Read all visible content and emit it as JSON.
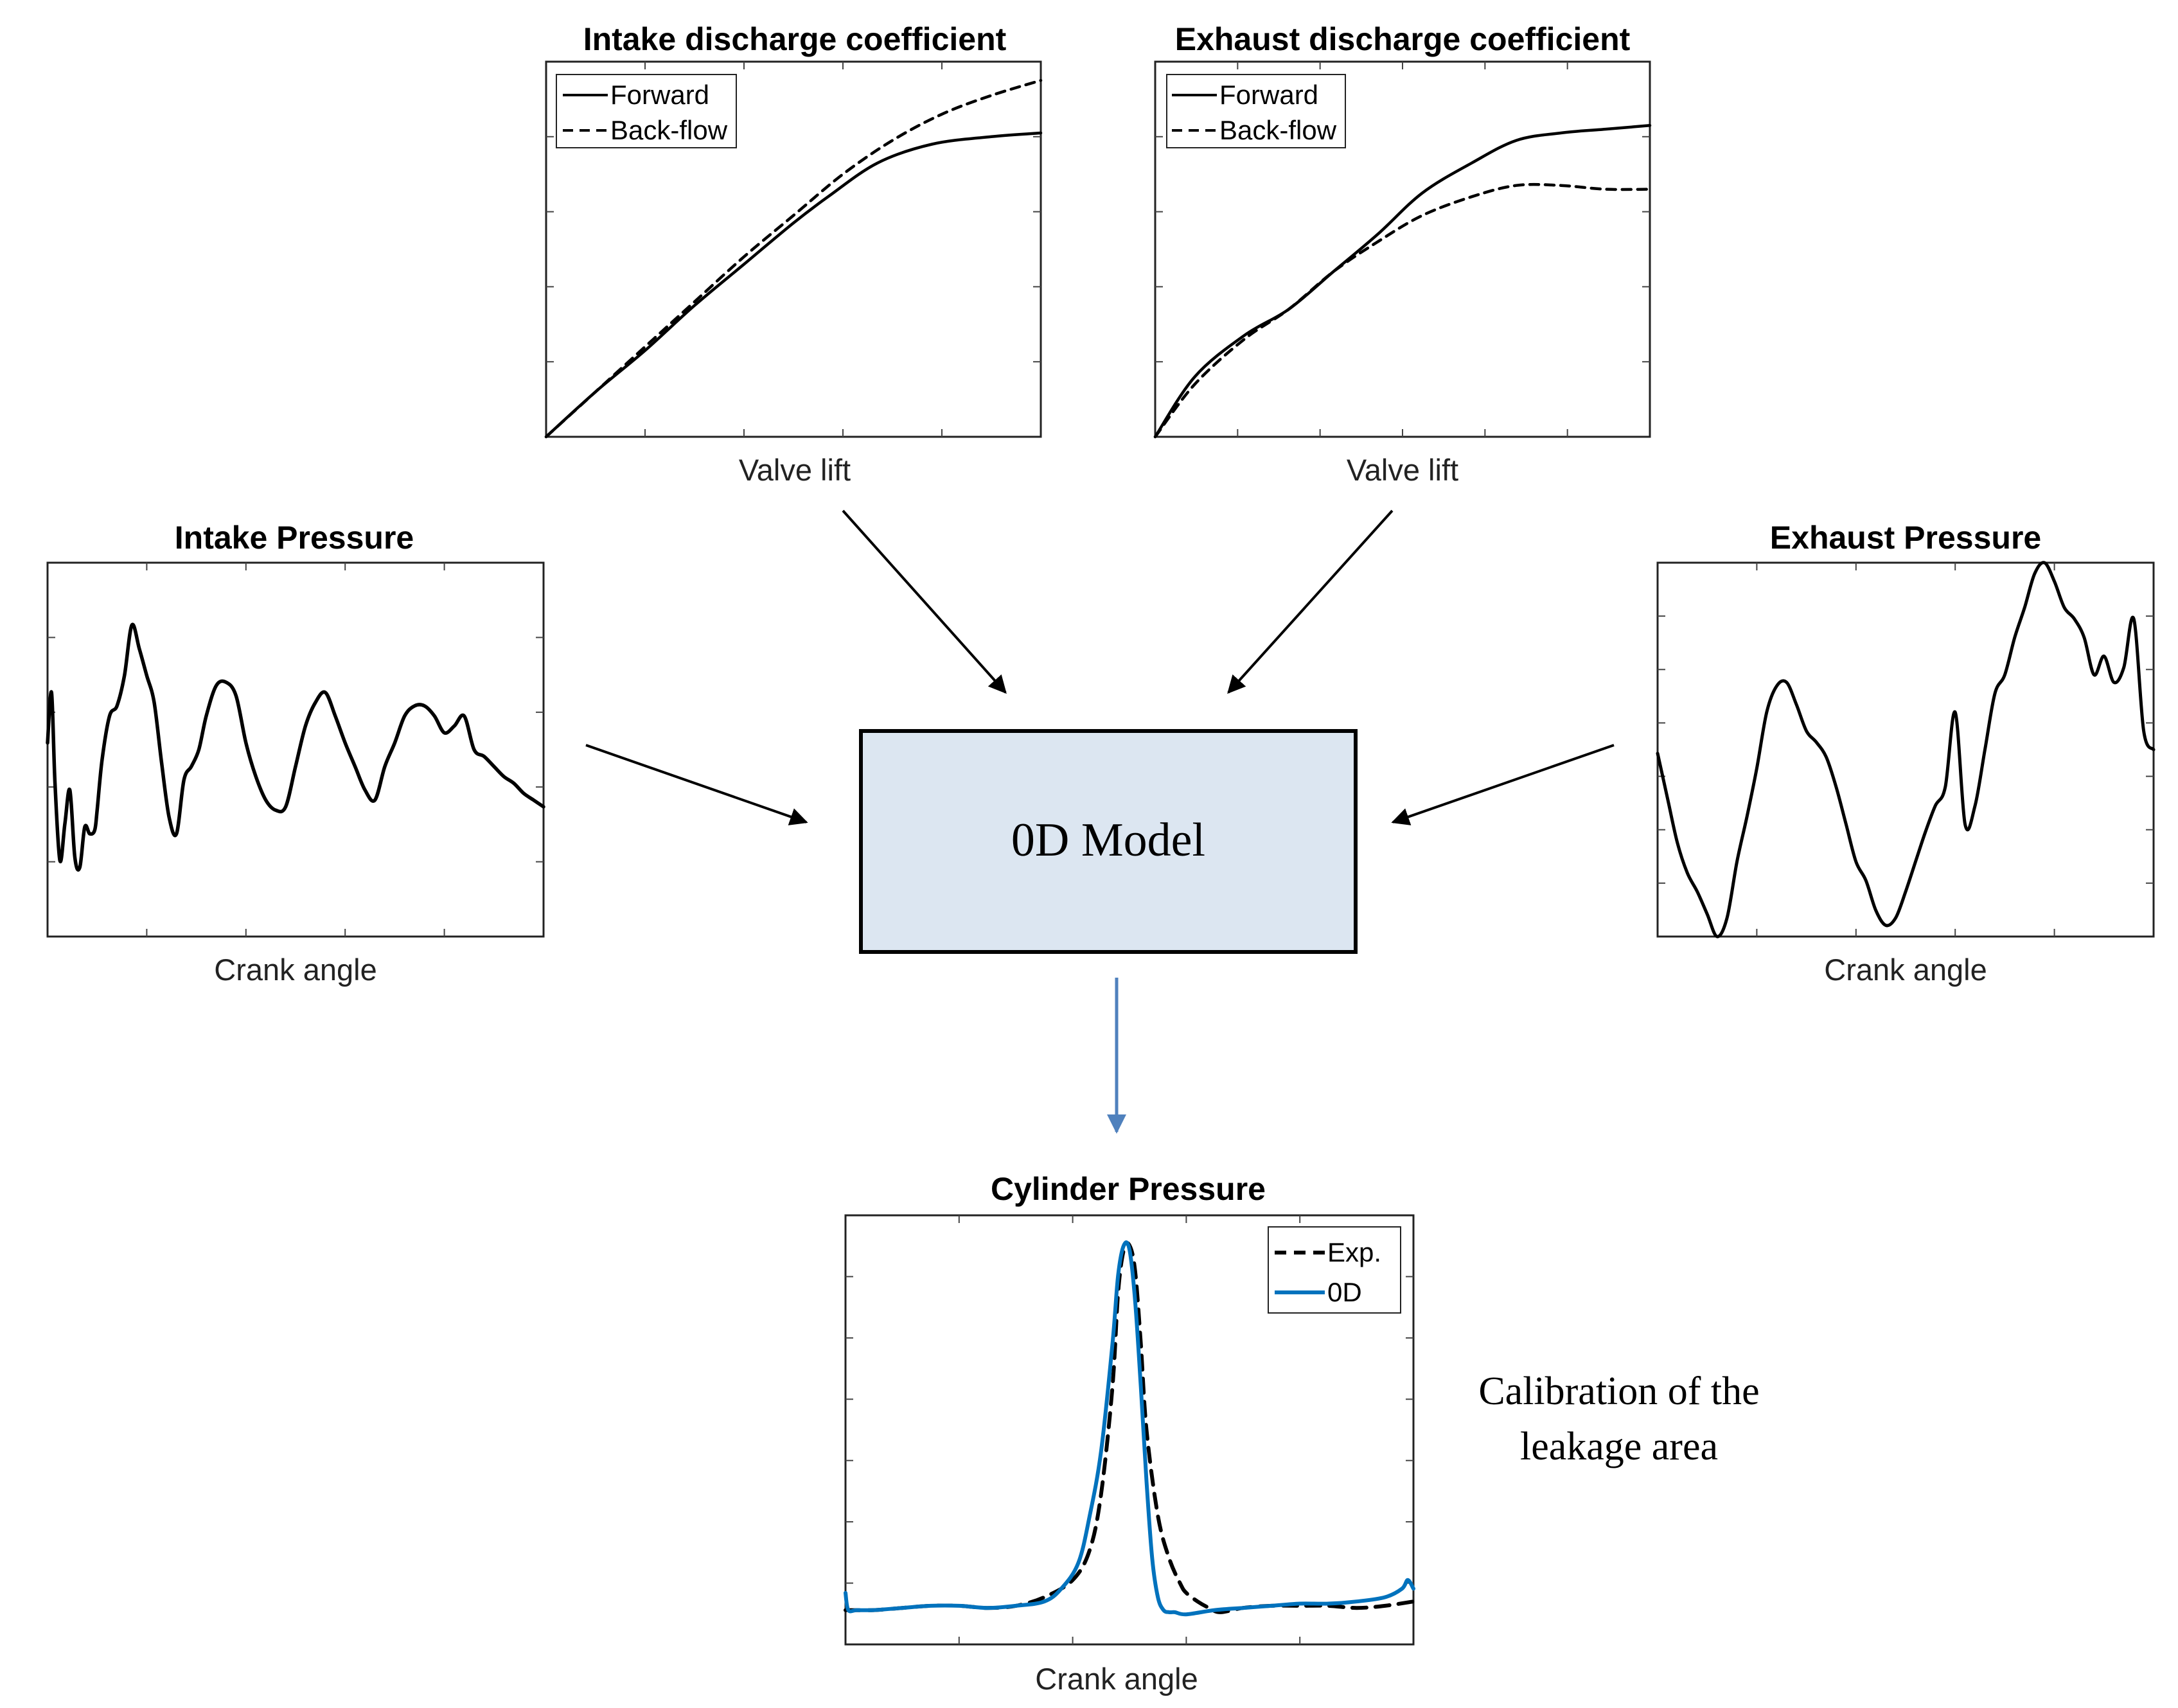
{
  "model_box": {
    "label": "0D Model",
    "fill": "#dce6f1"
  },
  "note": {
    "line1": "Calibration of the",
    "line2": "leakage area"
  },
  "colors": {
    "arrow": "#000000",
    "output_arrow": "#4f81bd",
    "sim_line": "#0072bd",
    "exp_line": "#000000"
  },
  "chart_data": [
    {
      "id": "intake-cd",
      "type": "line",
      "title": "Intake discharge coefficient",
      "xlabel": "Valve lift",
      "ylabel": "",
      "xlim": [
        0,
        1
      ],
      "ylim": [
        0,
        1
      ],
      "legend_position": "top-left",
      "series": [
        {
          "name": "Forward",
          "style": "solid",
          "x": [
            0,
            0.1,
            0.2,
            0.3,
            0.4,
            0.5,
            0.57,
            0.67,
            0.78,
            0.9,
            1.0
          ],
          "y": [
            0,
            0.12,
            0.23,
            0.35,
            0.46,
            0.57,
            0.64,
            0.73,
            0.78,
            0.8,
            0.81
          ]
        },
        {
          "name": "Back-flow",
          "style": "dashed",
          "x": [
            0,
            0.1,
            0.2,
            0.3,
            0.4,
            0.5,
            0.6,
            0.7,
            0.8,
            0.9,
            1.0
          ],
          "y": [
            0,
            0.12,
            0.24,
            0.36,
            0.48,
            0.59,
            0.7,
            0.79,
            0.86,
            0.91,
            0.95
          ]
        }
      ]
    },
    {
      "id": "exhaust-cd",
      "type": "line",
      "title": "Exhaust discharge coefficient",
      "xlabel": "Valve lift",
      "ylabel": "",
      "xlim": [
        0,
        1
      ],
      "ylim": [
        0,
        1
      ],
      "legend_position": "top-left",
      "series": [
        {
          "name": "Forward",
          "style": "solid",
          "x": [
            0,
            0.08,
            0.18,
            0.27,
            0.36,
            0.45,
            0.54,
            0.64,
            0.73,
            0.82,
            0.91,
            1.0
          ],
          "y": [
            0,
            0.16,
            0.27,
            0.34,
            0.44,
            0.54,
            0.65,
            0.73,
            0.79,
            0.81,
            0.82,
            0.83
          ]
        },
        {
          "name": "Back-flow",
          "style": "dashed",
          "x": [
            0,
            0.08,
            0.18,
            0.27,
            0.36,
            0.45,
            0.54,
            0.64,
            0.73,
            0.82,
            0.91,
            1.0
          ],
          "y": [
            0,
            0.14,
            0.26,
            0.34,
            0.44,
            0.52,
            0.59,
            0.64,
            0.67,
            0.67,
            0.66,
            0.66
          ]
        }
      ]
    },
    {
      "id": "intake-pressure",
      "type": "line",
      "title": "Intake Pressure",
      "xlabel": "Crank angle",
      "ylabel": "",
      "xlim": [
        0,
        1
      ],
      "ylim": [
        0,
        1
      ],
      "series": [
        {
          "name": "",
          "style": "solid",
          "x": [
            0,
            0.008,
            0.015,
            0.025,
            0.035,
            0.045,
            0.055,
            0.065,
            0.075,
            0.085,
            0.095,
            0.1,
            0.11,
            0.125,
            0.14,
            0.155,
            0.17,
            0.185,
            0.2,
            0.215,
            0.23,
            0.245,
            0.26,
            0.275,
            0.29,
            0.305,
            0.32,
            0.34,
            0.36,
            0.38,
            0.4,
            0.42,
            0.44,
            0.46,
            0.48,
            0.5,
            0.52,
            0.54,
            0.56,
            0.58,
            0.6,
            0.62,
            0.64,
            0.66,
            0.68,
            0.7,
            0.72,
            0.74,
            0.76,
            0.78,
            0.8,
            0.82,
            0.84,
            0.86,
            0.88,
            0.9,
            0.92,
            0.94,
            0.96,
            0.98,
            1.0
          ],
          "y": [
            0.52,
            0.67,
            0.4,
            0.17,
            0.28,
            0.38,
            0.18,
            0.15,
            0.27,
            0.25,
            0.26,
            0.32,
            0.47,
            0.6,
            0.63,
            0.72,
            0.87,
            0.8,
            0.72,
            0.64,
            0.46,
            0.3,
            0.25,
            0.41,
            0.45,
            0.5,
            0.6,
            0.69,
            0.7,
            0.66,
            0.52,
            0.42,
            0.35,
            0.32,
            0.33,
            0.45,
            0.57,
            0.64,
            0.67,
            0.6,
            0.52,
            0.45,
            0.38,
            0.35,
            0.45,
            0.52,
            0.6,
            0.63,
            0.63,
            0.6,
            0.55,
            0.57,
            0.6,
            0.5,
            0.48,
            0.45,
            0.42,
            0.4,
            0.37,
            0.35,
            0.33
          ]
        }
      ]
    },
    {
      "id": "exhaust-pressure",
      "type": "line",
      "title": "Exhaust Pressure",
      "xlabel": "Crank angle",
      "ylabel": "",
      "xlim": [
        0,
        1
      ],
      "ylim": [
        0,
        1
      ],
      "series": [
        {
          "name": "",
          "style": "solid",
          "x": [
            0,
            0.02,
            0.04,
            0.06,
            0.08,
            0.1,
            0.12,
            0.14,
            0.16,
            0.18,
            0.2,
            0.22,
            0.24,
            0.26,
            0.28,
            0.3,
            0.32,
            0.34,
            0.36,
            0.38,
            0.4,
            0.42,
            0.44,
            0.46,
            0.48,
            0.5,
            0.52,
            0.54,
            0.56,
            0.58,
            0.6,
            0.62,
            0.64,
            0.66,
            0.68,
            0.7,
            0.72,
            0.74,
            0.76,
            0.78,
            0.8,
            0.82,
            0.84,
            0.86,
            0.88,
            0.9,
            0.92,
            0.94,
            0.96,
            0.98,
            1.0
          ],
          "y": [
            0.49,
            0.37,
            0.25,
            0.17,
            0.12,
            0.06,
            0.0,
            0.05,
            0.2,
            0.32,
            0.45,
            0.6,
            0.67,
            0.68,
            0.62,
            0.55,
            0.52,
            0.48,
            0.4,
            0.3,
            0.2,
            0.15,
            0.07,
            0.03,
            0.05,
            0.12,
            0.2,
            0.28,
            0.35,
            0.4,
            0.6,
            0.3,
            0.35,
            0.5,
            0.65,
            0.7,
            0.8,
            0.88,
            0.97,
            1.0,
            0.95,
            0.88,
            0.85,
            0.8,
            0.7,
            0.75,
            0.68,
            0.72,
            0.85,
            0.55,
            0.5
          ]
        }
      ]
    },
    {
      "id": "cylinder-pressure",
      "type": "line",
      "title": "Cylinder Pressure",
      "xlabel": "Crank angle",
      "ylabel": "",
      "xlim": [
        0,
        1
      ],
      "ylim": [
        0,
        1
      ],
      "legend_position": "top-right",
      "series": [
        {
          "name": "Exp.",
          "style": "dashed",
          "x": [
            0,
            0.05,
            0.1,
            0.15,
            0.2,
            0.25,
            0.3,
            0.35,
            0.4,
            0.43,
            0.45,
            0.47,
            0.48,
            0.49,
            0.5,
            0.51,
            0.52,
            0.53,
            0.55,
            0.57,
            0.59,
            0.6,
            0.62,
            0.64,
            0.66,
            0.7,
            0.75,
            0.8,
            0.85,
            0.9,
            0.95,
            1.0
          ],
          "y": [
            0.08,
            0.08,
            0.085,
            0.09,
            0.09,
            0.085,
            0.09,
            0.11,
            0.15,
            0.22,
            0.35,
            0.6,
            0.82,
            0.92,
            0.93,
            0.87,
            0.7,
            0.5,
            0.3,
            0.2,
            0.14,
            0.12,
            0.1,
            0.085,
            0.075,
            0.085,
            0.09,
            0.09,
            0.09,
            0.085,
            0.09,
            0.1
          ]
        },
        {
          "name": "0D",
          "style": "solid",
          "x": [
            0,
            0.005,
            0.02,
            0.05,
            0.1,
            0.15,
            0.2,
            0.25,
            0.3,
            0.35,
            0.38,
            0.41,
            0.43,
            0.45,
            0.47,
            0.48,
            0.49,
            0.5,
            0.51,
            0.52,
            0.53,
            0.54,
            0.55,
            0.56,
            0.57,
            0.58,
            0.6,
            0.65,
            0.7,
            0.75,
            0.8,
            0.85,
            0.9,
            0.95,
            0.98,
            0.99,
            1.0
          ],
          "y": [
            0.12,
            0.08,
            0.08,
            0.08,
            0.085,
            0.09,
            0.09,
            0.085,
            0.09,
            0.1,
            0.13,
            0.19,
            0.3,
            0.45,
            0.7,
            0.86,
            0.93,
            0.92,
            0.8,
            0.6,
            0.38,
            0.2,
            0.11,
            0.08,
            0.075,
            0.075,
            0.07,
            0.08,
            0.085,
            0.09,
            0.095,
            0.095,
            0.1,
            0.11,
            0.13,
            0.15,
            0.13
          ]
        }
      ]
    }
  ]
}
